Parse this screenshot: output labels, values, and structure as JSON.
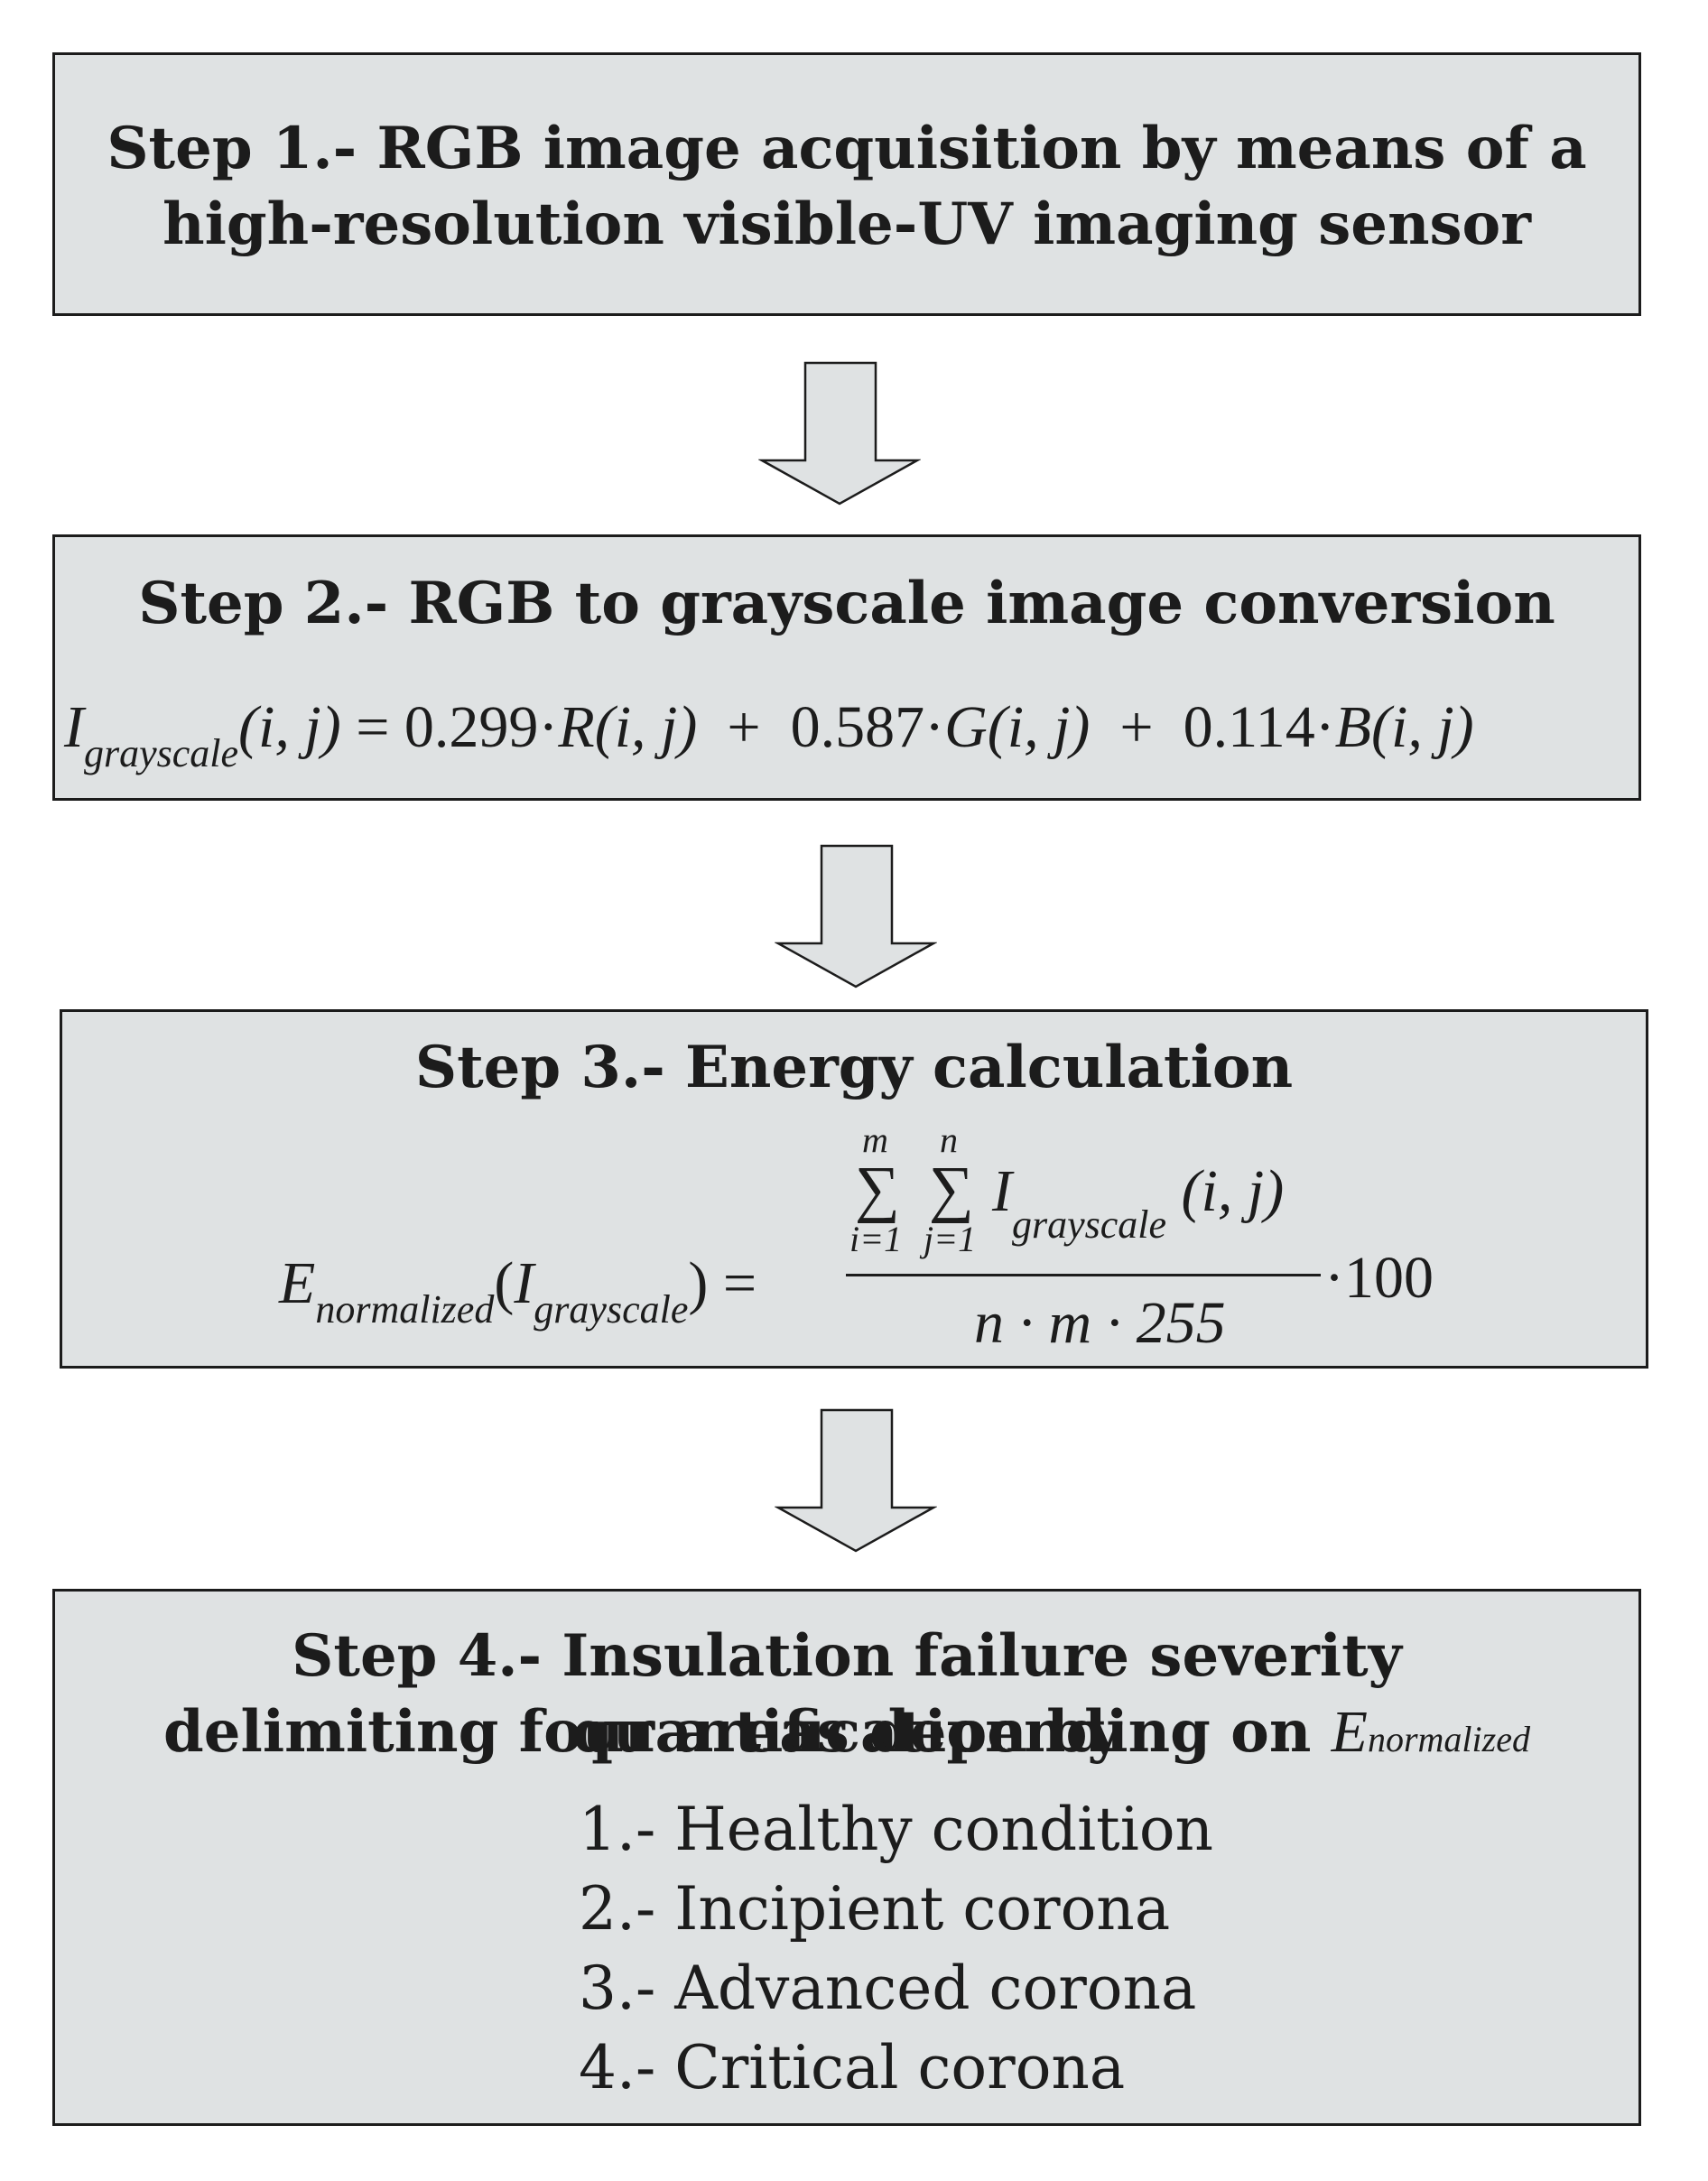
{
  "step1": {
    "title_line1": "Step 1.- RGB image acquisition  by means of a",
    "title_line2": "high-resolution visible-UV imaging sensor"
  },
  "step2": {
    "title": "Step 2.- RGB to grayscale image conversion",
    "eq": {
      "I": "I",
      "sub": "grayscale",
      "args": "(i, j)",
      "eqsign": "=",
      "c1": "0.299·",
      "R": "R",
      "args_r": "(i, j)",
      "plus1": "+",
      "c2": "0.587·",
      "G": "G",
      "args_g": "(i, j)",
      "plus2": "+",
      "c3": "0.114·",
      "B": "B",
      "args_b": "(i, j)"
    }
  },
  "step3": {
    "title": "Step 3.- Energy calculation",
    "eq": {
      "E": "E",
      "E_sub": "normalized",
      "lparen": "(",
      "I": "I",
      "I_sub": "grayscale",
      "rparen": ")",
      "eqsign": "=",
      "sum_sym": "∑",
      "sum1_upper": "m",
      "sum1_lower": "i=1",
      "sum2_upper": "n",
      "sum2_lower": "j=1",
      "num_I": "I",
      "num_I_sub": "grayscale",
      "num_args": "(i, j)",
      "denominator": "n · m · 255",
      "multiplier": "·100"
    }
  },
  "step4": {
    "title_line1": "Step 4.- Insulation failure severity quantification by",
    "title_line2_prefix": "delimiting four areas depending on ",
    "title_E": "E",
    "title_E_sub": "normalized",
    "items": [
      "1.- Healthy condition",
      "2.- Incipient corona",
      "3.- Advanced corona",
      "4.- Critical corona"
    ]
  },
  "colors": {
    "box_fill": "#dfe2e3",
    "arrow_fill": "#dfe2e3",
    "stroke": "#1c1c1c"
  }
}
